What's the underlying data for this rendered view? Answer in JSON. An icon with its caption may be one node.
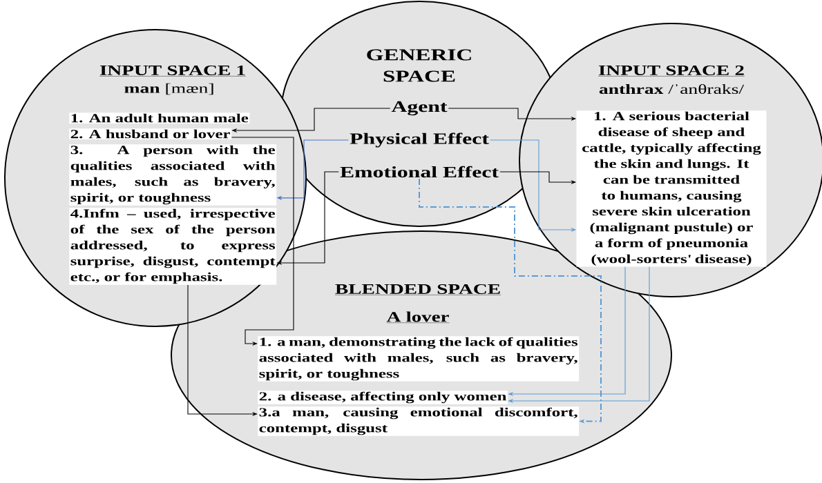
{
  "diagram": {
    "nodes": [
      {
        "text": [
          "GENERIC SPACE"
        ]
      },
      {
        "text": [
          "Agent"
        ],
        "in": 0
      },
      {
        "text": [
          "Physical Effect"
        ],
        "in": 0
      },
      {
        "text": [
          "Emotional Effect"
        ],
        "in": 0
      },
      {
        "text": [
          "INPUT SPACE 1",
          "**man** [mæn]"
        ]
      },
      {
        "text": [
          "1. An adult human male"
        ],
        "in": 4
      },
      {
        "text": [
          "2. A husband or lover"
        ],
        "in": 4
      },
      {
        "text": [
          "3. A person with the qualities associated with males, such as bravery, spirit, or toughness"
        ],
        "in": 4
      },
      {
        "text": [
          "4.Infm – used, irrespective of the sex of the person addressed, to express surprise, disgust, contempt etc., or for emphasis."
        ],
        "in": 4
      },
      {
        "text": [
          "INPUT SPACE 2",
          "**anthrax** /ˈanθraks/"
        ]
      },
      {
        "text": [
          "1. A serious bacterial disease of sheep and cattle, typically affecting the skin and lungs. It can be transmitted to humans, causing severe skin ulceration (malignant pustule) or a form of pneumonia (wool-sorters' disease)"
        ],
        "in": 9
      },
      {
        "text": [
          "BLENDED SPACE",
          "A lover"
        ]
      },
      {
        "text": [
          "1. a man, demonstrating the lack of qualities associated with males, such as bravery, spirit, or toughness"
        ],
        "in": 11
      },
      {
        "text": [
          "2. a disease, affecting only women"
        ],
        "in": 11
      },
      {
        "text": [
          "3.a man, causing emotional discomfort, contempt, disgust"
        ],
        "in": 11
      }
    ],
    "edges": [
      {
        "from": 1,
        "to": 6,
        "arrow": "to"
      },
      {
        "from": 1,
        "to": 10,
        "arrow": "to"
      },
      {
        "from": 2,
        "to": 7,
        "arrow": "to",
        "color": "#4472c4"
      },
      {
        "from": 2,
        "to": 10,
        "arrow": "to",
        "color": "#5b9bd5"
      },
      {
        "from": 3,
        "to": 8,
        "arrow": "to"
      },
      {
        "from": 3,
        "to": 10,
        "arrow": "to"
      },
      {
        "from": 3,
        "to": 14,
        "arrow": "to",
        "style": "dashed",
        "color": "#5b9bd5"
      },
      {
        "from": 6,
        "to": 12,
        "arrow": "to"
      },
      {
        "from": 8,
        "to": 14,
        "arrow": "to"
      },
      {
        "from": 10,
        "to": 13,
        "arrow": "to",
        "color": "#5b9bd5"
      },
      {
        "from": 10,
        "to": 13,
        "arrow": "to",
        "color": "#5b9bd5"
      }
    ]
  }
}
